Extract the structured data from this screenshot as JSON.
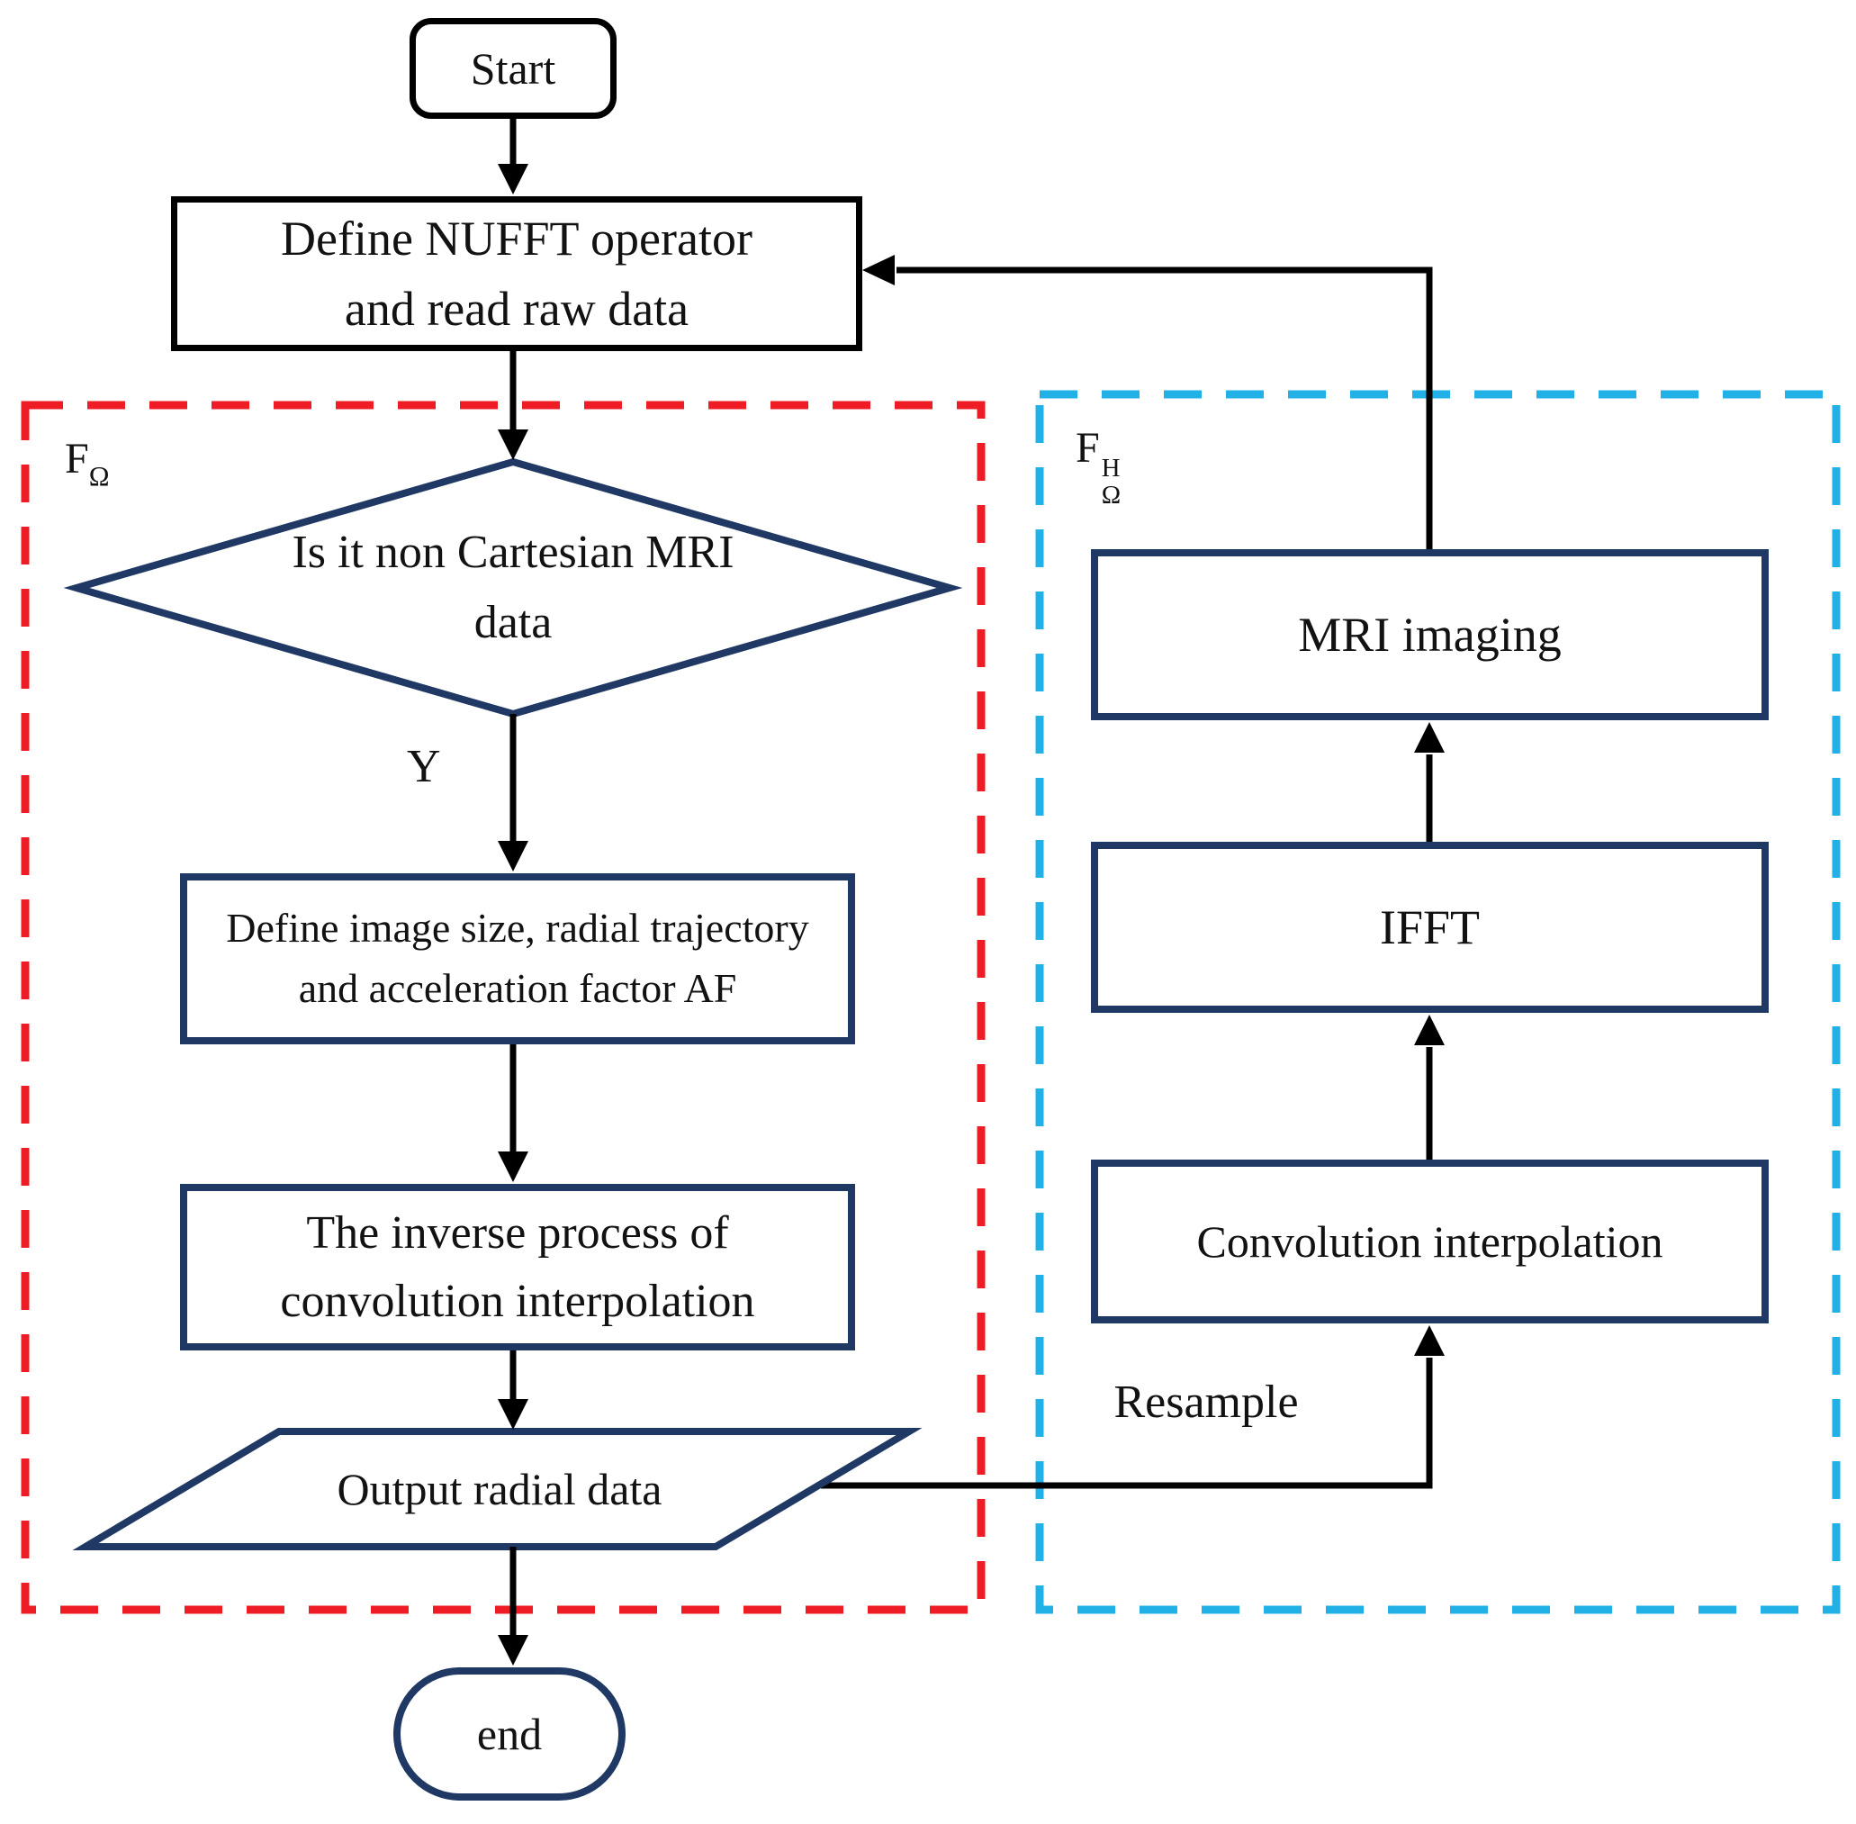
{
  "figure": {
    "type": "flowchart",
    "description": "NUFFT operator flowchart for non-Cartesian MRI reconstruction with forward operator region and adjoint operator region"
  },
  "nodes": {
    "start": {
      "label": "Start"
    },
    "define_nufft": {
      "line1": "Define NUFFT operator",
      "line2": "and read raw data"
    },
    "decision": {
      "line1": "Is it non Cartesian MRI",
      "line2": "data"
    },
    "define_image": {
      "line1": "Define image size, radial trajectory",
      "line2": "and acceleration factor AF"
    },
    "inverse_process": {
      "line1": "The inverse process of",
      "line2": "convolution interpolation"
    },
    "output_radial": {
      "label": "Output radial data"
    },
    "end": {
      "label": "end"
    },
    "mri_imaging": {
      "label": "MRI imaging"
    },
    "ifft": {
      "label": "IFFT"
    },
    "conv_interp": {
      "label": "Convolution interpolation"
    }
  },
  "labels": {
    "forward_operator": {
      "base": "F",
      "sub": "Ω"
    },
    "adjoint_operator": {
      "base": "F",
      "sup": "H",
      "sub": "Ω"
    },
    "yes_branch": "Y",
    "resample": "Resample"
  },
  "colors": {
    "navy": "#1f3864",
    "red_dashed": "#ee1c25",
    "cyan_dashed": "#22b1e7",
    "black": "#000000"
  }
}
